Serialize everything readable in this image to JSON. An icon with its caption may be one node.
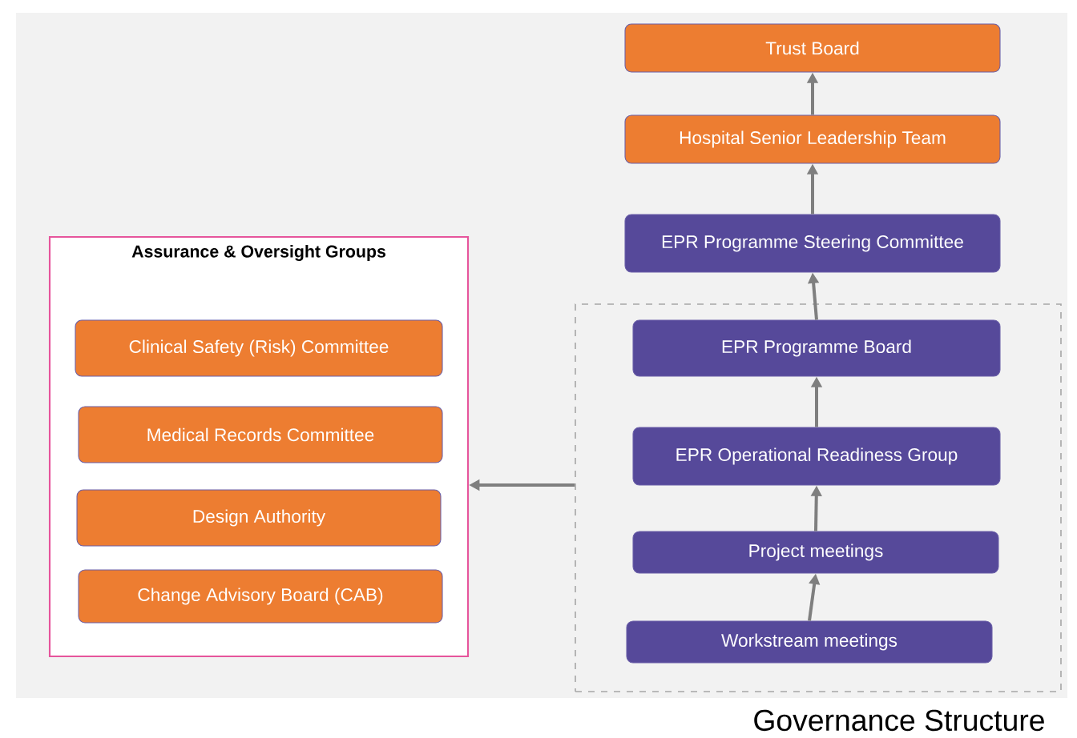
{
  "diagram": {
    "caption": "Governance Structure",
    "nodes": [
      {
        "text": [
          "Trust Board"
        ]
      },
      {
        "text": [
          "Hospital Senior Leadership Team"
        ]
      },
      {
        "text": [
          "EPR Programme Steering Committee"
        ]
      },
      {
        "text": [],
        "shape": "box"
      },
      {
        "text": [
          "EPR Programme Board"
        ],
        "in": 3
      },
      {
        "text": [
          "EPR Operational Readiness Group"
        ],
        "in": 3
      },
      {
        "text": [
          "Project meetings"
        ],
        "in": 3
      },
      {
        "text": [
          "Workstream meetings"
        ],
        "in": 3
      },
      {
        "text": [
          "Assurance & Oversight Groups"
        ]
      },
      {
        "text": [
          "Clinical Safety (Risk) Committee"
        ],
        "in": 8
      },
      {
        "text": [
          "Medical Records Committee"
        ],
        "in": 8
      },
      {
        "text": [
          "Design Authority"
        ],
        "in": 8
      },
      {
        "text": [
          "Change Advisory Board (CAB)"
        ],
        "in": 8
      }
    ],
    "edges": [
      {
        "from": 1,
        "to": 0,
        "arrow": "to"
      },
      {
        "from": 2,
        "to": 1,
        "arrow": "to"
      },
      {
        "from": 4,
        "to": 2,
        "arrow": "to"
      },
      {
        "from": 5,
        "to": 4,
        "arrow": "to"
      },
      {
        "from": 6,
        "to": 5,
        "arrow": "to"
      },
      {
        "from": 7,
        "to": 6,
        "arrow": "to"
      },
      {
        "from": 3,
        "to": 8,
        "arrow": "to"
      }
    ]
  }
}
